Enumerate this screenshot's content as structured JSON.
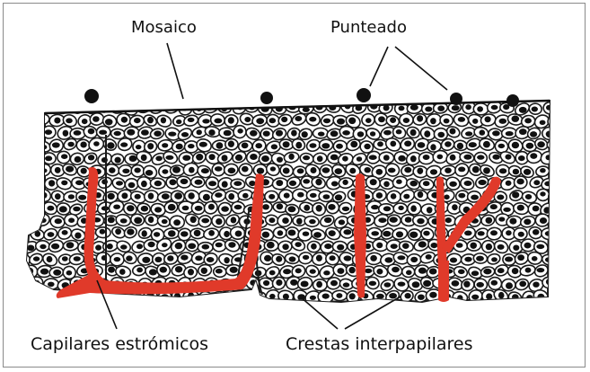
{
  "labels": {
    "mosaic": "Mosaico",
    "punctation": "Punteado",
    "stromal_capillaries": "Capilares estrómicos",
    "interpapillary_ridges": "Crestas interpapilares"
  },
  "colors": {
    "capillary": "#e03a2a",
    "nucleus": "#111111",
    "cell_fill": "#ffffff",
    "outline": "#1a1a1a"
  }
}
